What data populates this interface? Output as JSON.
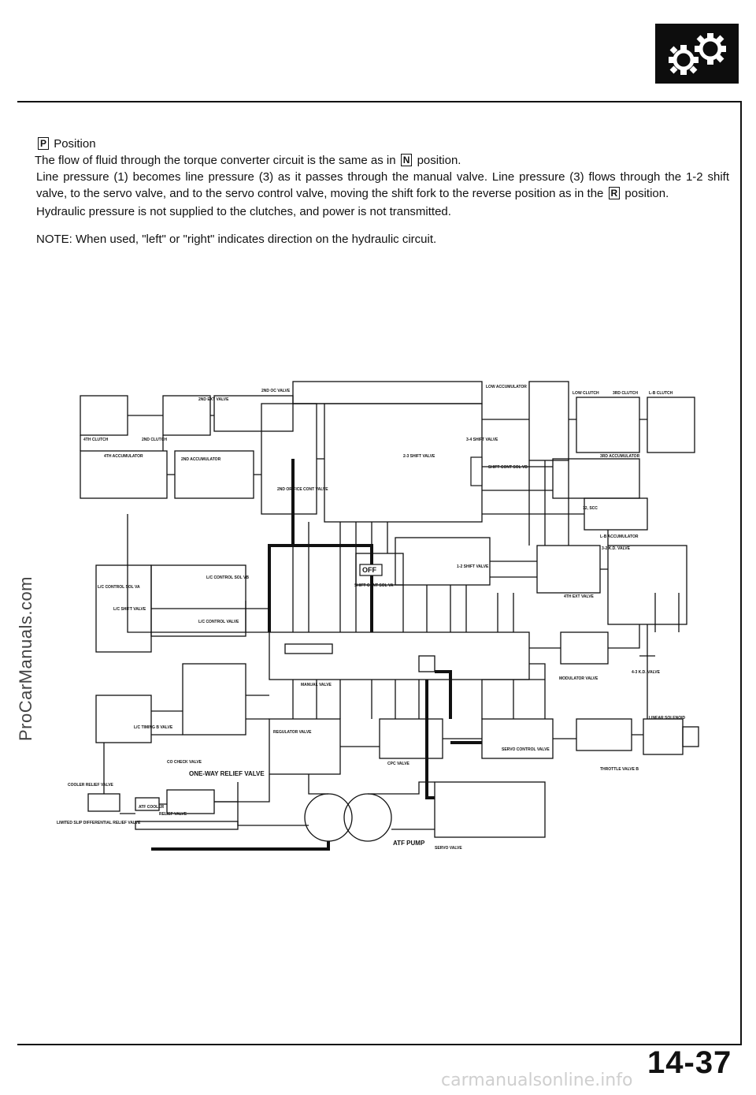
{
  "header": {
    "icon": "gears-icon"
  },
  "body": {
    "position_box": "P",
    "position_title": "Position",
    "line1_a": "The flow of fluid through the torque converter circuit is the same as in",
    "line1_box": "N",
    "line1_b": "position.",
    "para2_a": "Line pressure (1) becomes line pressure (3) as it passes through the manual valve. Line pressure (3) flows through the 1-2 shift valve, to the servo valve, and to the servo control valve, moving the shift fork to the reverse position as in the",
    "para2_box": "R",
    "para2_b": "position.",
    "para3": "Hydraulic pressure is not supplied to the clutches, and power is not transmitted.",
    "note": "NOTE:  When used, \"left\" or \"right\" indicates direction on the hydraulic circuit."
  },
  "diagram": {
    "labels": {
      "low_accumulator": "LOW ACCUMULATOR",
      "low_clutch": "LOW CLUTCH",
      "third_clutch": "3RD CLUTCH",
      "l_b_clutch": "L-B CLUTCH",
      "second_ext_valve": "2ND EXT VALVE",
      "second_oc_valve": "2ND OC VALVE",
      "fourth_clutch": "4TH CLUTCH",
      "second_clutch": "2ND CLUTCH",
      "fourth_accumulator": "4TH ACCUMULATOR",
      "second_accumulator": "2ND ACCUMULATOR",
      "third_accumulator": "3RD ACCUMULATOR",
      "second_orifice": "2ND ORIFICE CONT VALVE",
      "shift_cont_sol_vb": "SHIFT CONT SOL VB",
      "shift_valve_3_4": "3-4 SHIFT VALVE",
      "shift_valve_2_3": "2-3 SHIFT VALVE",
      "shift_valve_1_2": "1-2 SHIFT VALVE",
      "lc_control_sol_va": "L/C CONTROL SOL VA",
      "lc_control_sol_vb": "L/C CONTROL SOL VB",
      "lc_shift_valve": "L/C SHIFT VALVE",
      "lc_control_valve": "L/C CONTROL VALVE",
      "shift_cont_sol_va": "SHIFT CONT SOL VA",
      "l_b_accumulator": "L-B ACCUMULATOR",
      "three_two_kd_valve": "3-2 K.D. VALVE",
      "fourth_ext_valve": "4TH EXT VALVE",
      "four_three_kd_valve": "4-3 K.D. VALVE",
      "modulator_valve": "MODULATOR VALVE",
      "manual_valve": "MANUAL VALVE",
      "lc_timing_b_valve": "L/C TIMING B VALVE",
      "cooler_check_valve": "CO CHECK VALVE",
      "regulator_valve": "REGULATOR VALVE",
      "cpc_valve": "CPC VALVE",
      "servo_control_valve": "SERVO CONTROL VALVE",
      "linear_solenoid": "LINEAR SOLENOID",
      "throttle_valve_b": "THROTTLE VALVE B",
      "one_way_relief": "ONE-WAY RELIEF VALVE",
      "cooler_relief": "COOLER RELIEF VALVE",
      "atf_cooler": "ATF COOLER",
      "relief_valve": "RELIEF VALVE",
      "limited_slip": "LIMITED SLIP DIFFERENTIAL RELIEF VALVE",
      "atf_pump": "ATF PUMP",
      "servo_valve": "SERVO VALVE",
      "off": "OFF",
      "twelve_scc": "12, SCC"
    }
  },
  "footer": {
    "side_watermark": "ProCarManuals.com",
    "page_number": "14-37",
    "bottom_watermark": "carmanualsonline.info"
  }
}
